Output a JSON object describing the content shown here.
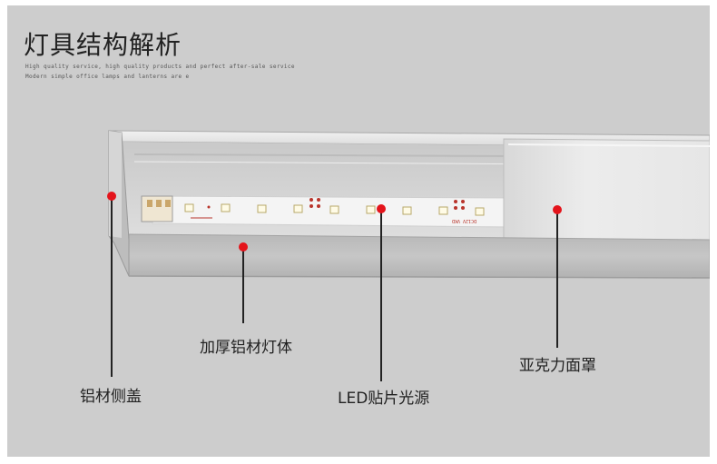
{
  "header": {
    "title": "灯具结构解析",
    "subtitle_line1": "High quality service, high quality products and perfect after-sale service",
    "subtitle_line2": "Modern simple office lamps and lanterns are e"
  },
  "callouts": [
    {
      "id": "end-cap",
      "label": "铝材侧盖"
    },
    {
      "id": "body",
      "label": "加厚铝材灯体"
    },
    {
      "id": "led",
      "label": "LED贴片光源"
    },
    {
      "id": "cover",
      "label": "亚克力面罩"
    }
  ],
  "strip_marking": "DC12V  VKD"
}
